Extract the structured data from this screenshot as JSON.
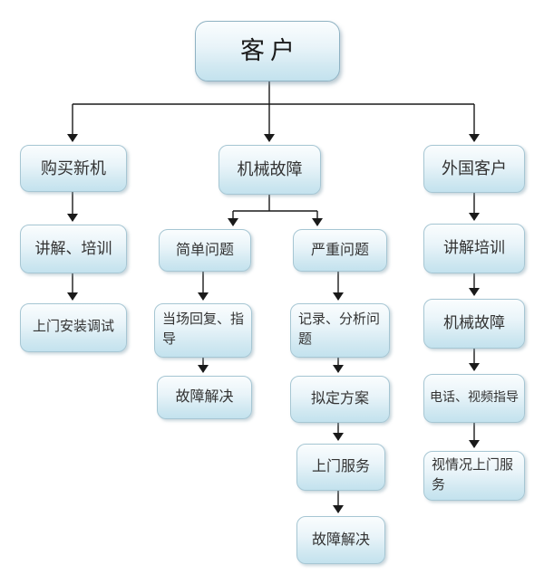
{
  "colors": {
    "background": "#ffffff",
    "box_fill_top": "#fafdfe",
    "box_fill_bottom": "#c3e2ee",
    "box_border": "#a6c6d3",
    "root_box_border": "#8fb2c3",
    "arrow": "#1a1a1a",
    "text": "#333333"
  },
  "nodes": {
    "customer": "客户",
    "buy_branch": {
      "buy_new_machine": "购买新机",
      "explain_training": "讲解、培训",
      "onsite_install_debug": "上门安装调试"
    },
    "failure_branch": {
      "mechanical_failure": "机械故障",
      "simple": {
        "simple_problem": "简单问题",
        "onsite_reply_guidance": "当场回复、指导",
        "fault_resolved": "故障解决"
      },
      "serious": {
        "serious_problem": "严重问题",
        "record_analyze_problem": "记录、分析问题",
        "formulate_plan": "拟定方案",
        "onsite_service": "上门服务",
        "fault_resolved": "故障解决"
      }
    },
    "foreign_branch": {
      "foreign_customer": "外国客户",
      "explain_training": "讲解培训",
      "mechanical_failure": "机械故障",
      "phone_video_guidance": "电话、视频指导",
      "situational_onsite_service": "视情况上门服务"
    }
  }
}
